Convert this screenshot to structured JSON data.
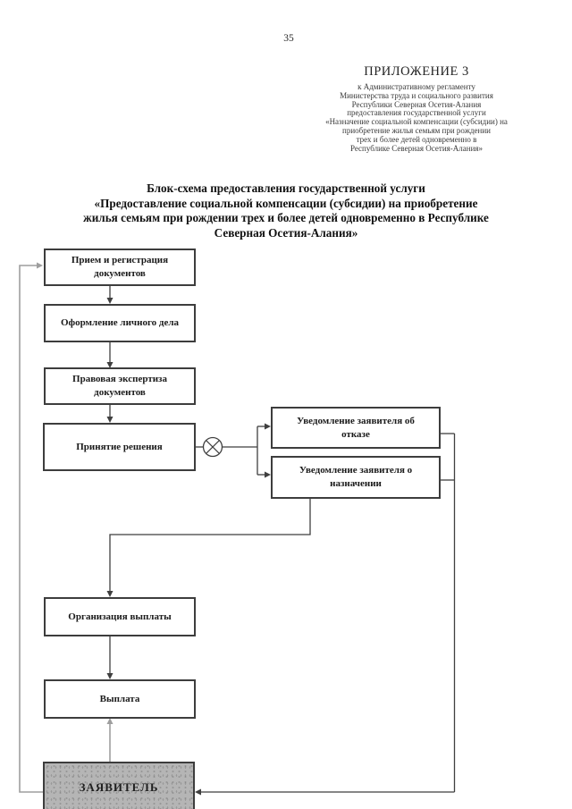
{
  "page": {
    "number": "35"
  },
  "appendix": {
    "heading": "ПРИЛОЖЕНИЕ 3",
    "lines": [
      "к  Административному регламенту",
      "Министерства труда и социального развития",
      "Республики Северная Осетия-Алания",
      "предоставления государственной услуги",
      "«Назначение социальной компенсации (субсидии) на",
      "приобретение жилья семьям при рождении",
      "трех и более детей одновременно в",
      "Республике Северная Осетия-Алания»"
    ]
  },
  "title": {
    "lines": [
      "Блок-схема предоставления государственной услуги",
      "«Предоставление социальной компенсации (субсидии) на приобретение",
      "жилья семьям при рождении трех и более детей одновременно в Республике",
      "Северная Осетия-Алания»"
    ]
  },
  "flowchart": {
    "nodes": {
      "reception": "Прием и регистрация документов",
      "personal_file": "Оформление личного дела",
      "legal_review": "Правовая экспертиза документов",
      "decision": "Принятие решения",
      "notify_refusal": "Уведомление заявителя об отказе",
      "notify_assignment": "Уведомление заявителя о назначении",
      "payment_organization": "Организация выплаты",
      "payment": "Выплата",
      "applicant": "ЗАЯВИТЕЛЬ"
    },
    "decision_connector": "crossed-circle",
    "colors": {
      "line": "#3f3f3f",
      "feedback_line": "#9e9e9e",
      "box_border": "#3d3d3d",
      "applicant_fill": "#b5b5b5"
    }
  }
}
